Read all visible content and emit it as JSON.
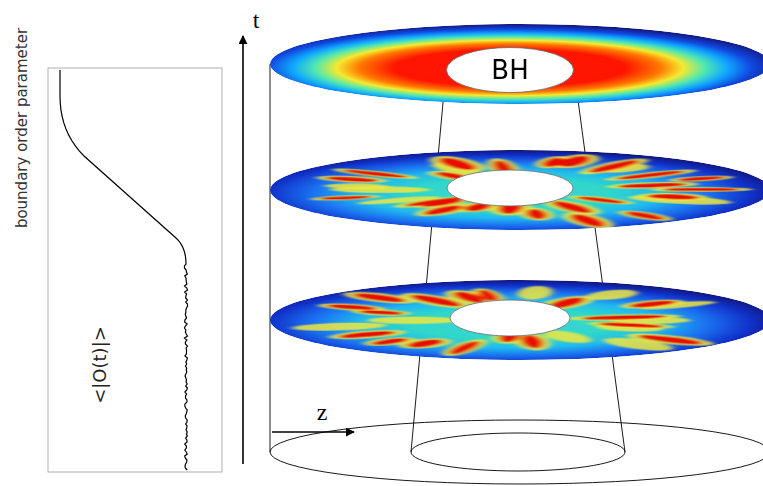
{
  "diagram": {
    "nodes": [
      {
        "text": [
          "BH"
        ]
      }
    ],
    "labels": [
      "boundary order parameter",
      "<|O(t)|>",
      "t",
      "z"
    ]
  }
}
